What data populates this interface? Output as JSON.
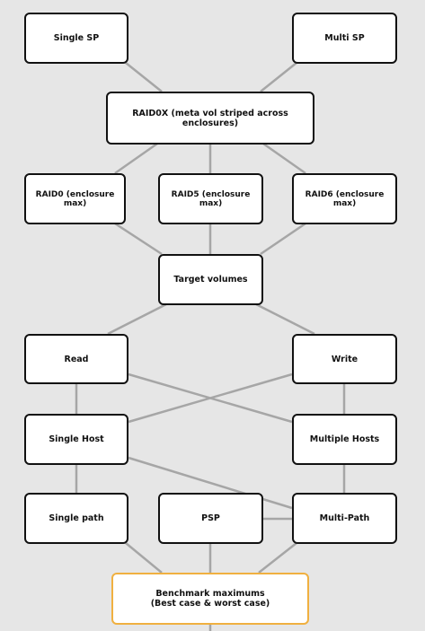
{
  "nodes": {
    "single_sp": "Single SP",
    "multi_sp": "Multi SP",
    "raid0x": "RAID0X (meta vol striped across enclosures)",
    "raid0": "RAID0 (enclosure max)",
    "raid5": "RAID5 (enclosure max)",
    "raid6": "RAID6 (enclosure max)",
    "target_volumes": "Target volumes",
    "read": "Read",
    "write": "Write",
    "single_host": "Single Host",
    "multiple_hosts": "Multiple Hosts",
    "single_path": "Single path",
    "psp": "PSP",
    "multi_path": "Multi-Path",
    "benchmark": "Benchmark maximums (Best case & worst case)"
  },
  "colors": {
    "background": "#e6e6e6",
    "node_fill": "#ffffff",
    "node_border": "#111111",
    "edge": "#a6a6a6",
    "highlight_border": "#f0b040"
  }
}
